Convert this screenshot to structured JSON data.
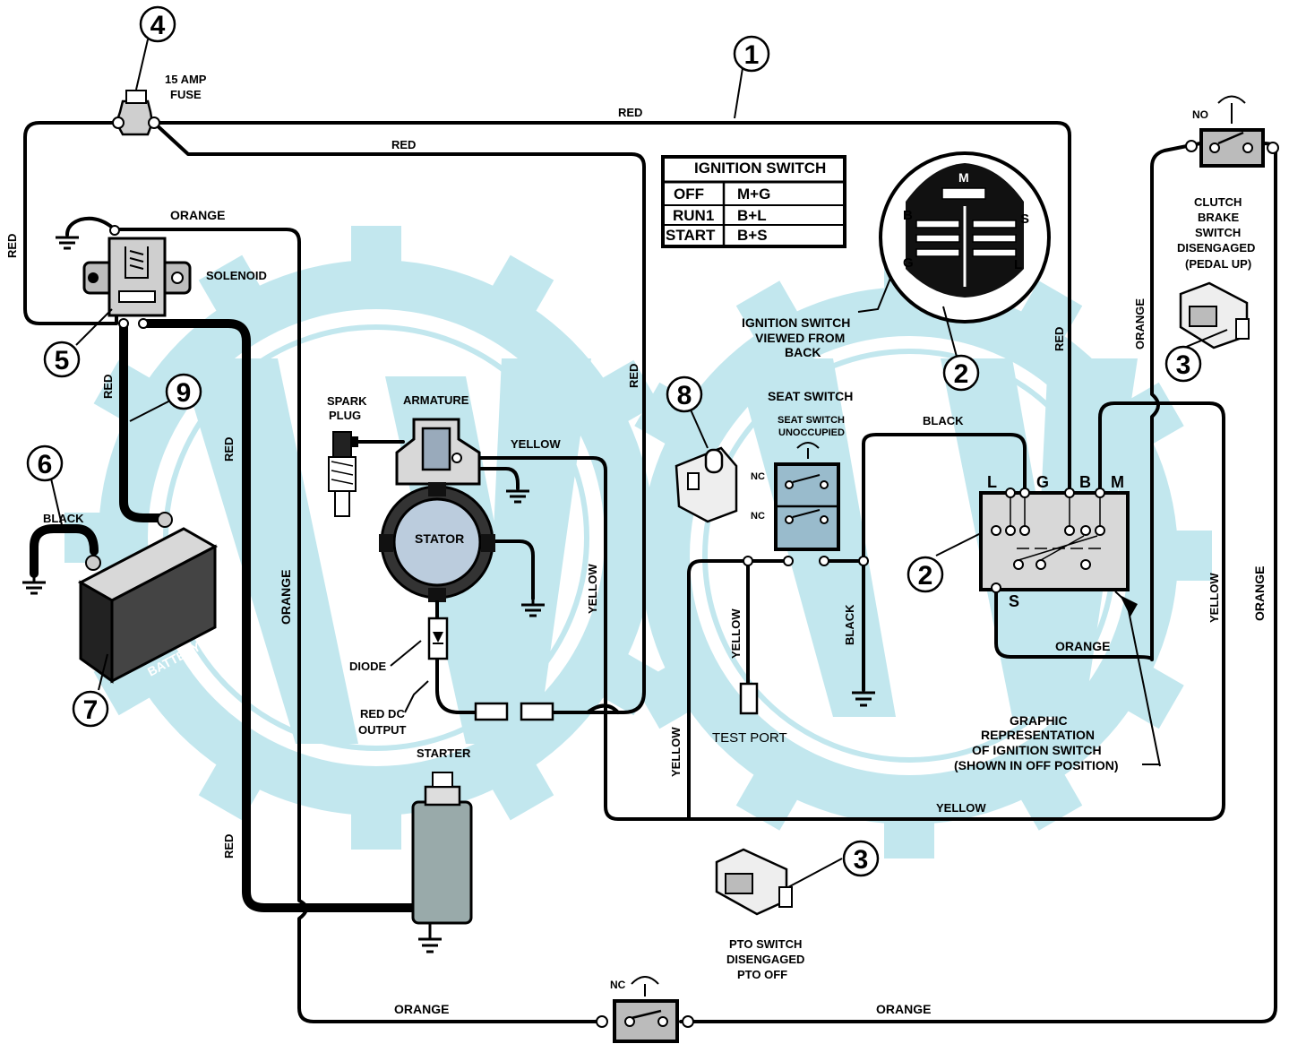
{
  "watermark": {
    "color": "#bfe6ee"
  },
  "callouts": {
    "c1": "1",
    "c2a": "2",
    "c2b": "2",
    "c3a": "3",
    "c3b": "3",
    "c4": "4",
    "c5": "5",
    "c6": "6",
    "c7": "7",
    "c8": "8",
    "c9": "9"
  },
  "fuse": {
    "line1": "15 AMP",
    "line2": "FUSE"
  },
  "wire_labels": {
    "red_top": "RED",
    "red_second": "RED",
    "red_left": "RED",
    "red_batt": "RED",
    "red_start": "RED",
    "red_bottom": "RED",
    "red_mid": "RED",
    "red_right": "RED",
    "orange_top": "ORANGE",
    "orange_mid": "ORANGE",
    "orange_bottom_left": "ORANGE",
    "orange_bottom_right": "ORANGE",
    "orange_right": "ORANGE",
    "orange_clutch": "ORANGE",
    "orange_ign": "ORANGE",
    "yellow_arm": "YELLOW",
    "yellow_mid": "YELLOW",
    "yellow_test": "YELLOW",
    "yellow_low": "YELLOW",
    "yellow_bottom": "YELLOW",
    "yellow_right": "YELLOW",
    "black_batt": "BLACK",
    "black_seat": "BLACK",
    "black_vert": "BLACK"
  },
  "components": {
    "solenoid": "SOLENOID",
    "spark1": "SPARK",
    "spark2": "PLUG",
    "armature": "ARMATURE",
    "stator": "STATOR",
    "diode": "DIODE",
    "reddc1": "RED DC",
    "reddc2": "OUTPUT",
    "starter": "STARTER",
    "battery": "BATTERY",
    "seat_switch": "SEAT SWITCH",
    "seat_sub1": "SEAT SWITCH",
    "seat_sub2": "UNOCCUPIED",
    "nc1": "NC",
    "nc2": "NC",
    "test_port": "TEST PORT",
    "clutch1": "CLUTCH",
    "clutch2": "BRAKE",
    "clutch3": "SWITCH",
    "clutch4": "DISENGAGED",
    "clutch5": "(PEDAL UP)",
    "no": "NO",
    "nc_bottom": "NC",
    "pto1": "PTO SWITCH",
    "pto2": "DISENGAGED",
    "pto3": "PTO OFF",
    "viewed1": "IGNITION SWITCH",
    "viewed2": "VIEWED FROM",
    "viewed3": "BACK",
    "graphic1": "GRAPHIC",
    "graphic2": "REPRESENTATION",
    "graphic3": "OF IGNITION SWITCH",
    "graphic4": "(SHOWN IN OFF POSITION)"
  },
  "ignition_table": {
    "title": "IGNITION SWITCH",
    "rows": [
      {
        "pos": "OFF",
        "conn": "M+G"
      },
      {
        "pos": "RUN1",
        "conn": "B+L"
      },
      {
        "pos": "START",
        "conn": "B+S"
      }
    ]
  },
  "ignition_back": {
    "m": "M",
    "b": "B",
    "s": "S",
    "g": "G",
    "l": "L"
  },
  "ignition_graphic": {
    "l": "L",
    "g": "G",
    "b": "B",
    "m": "M",
    "s": "S"
  }
}
